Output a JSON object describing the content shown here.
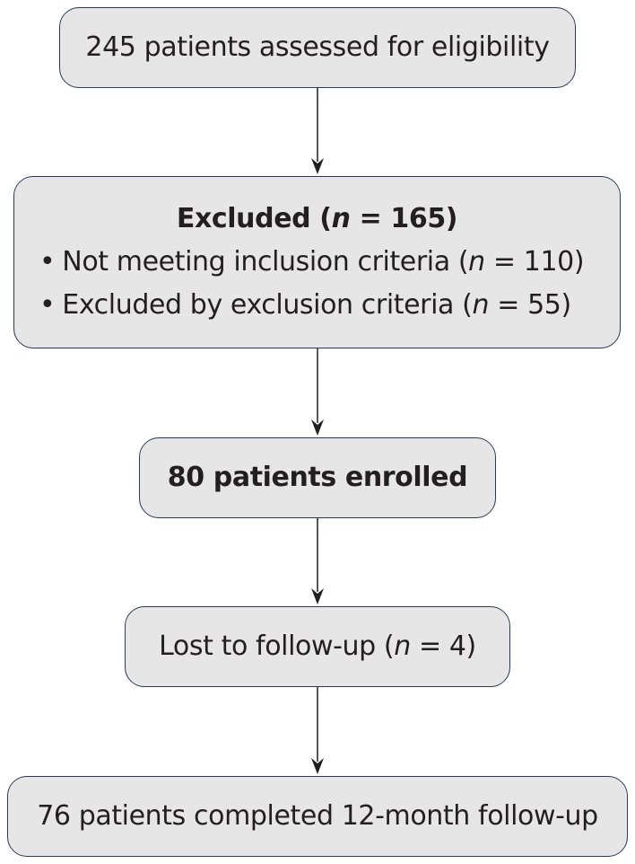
{
  "flowchart": {
    "assessed": "245 patients assessed for eligibility",
    "excluded": {
      "title_prefix": "Excluded (",
      "title_n": "n",
      "title_suffix": " = 165)",
      "items": [
        {
          "bullet": "•",
          "prefix": "Not meeting inclusion criteria (",
          "n": "n",
          "suffix": " = 110)"
        },
        {
          "bullet": "•",
          "prefix": "Excluded by exclusion criteria (",
          "n": "n",
          "suffix": " = 55)"
        }
      ]
    },
    "enrolled": "80 patients enrolled",
    "lost": {
      "prefix": "Lost to follow-up (",
      "n": "n",
      "suffix": " = 4)"
    },
    "completed": "76 patients completed 12-month follow-up"
  },
  "colors": {
    "box_fill": "#e6e6e6",
    "box_border": "#2b3a55",
    "arrow": "#231f20",
    "text": "#231f20"
  }
}
